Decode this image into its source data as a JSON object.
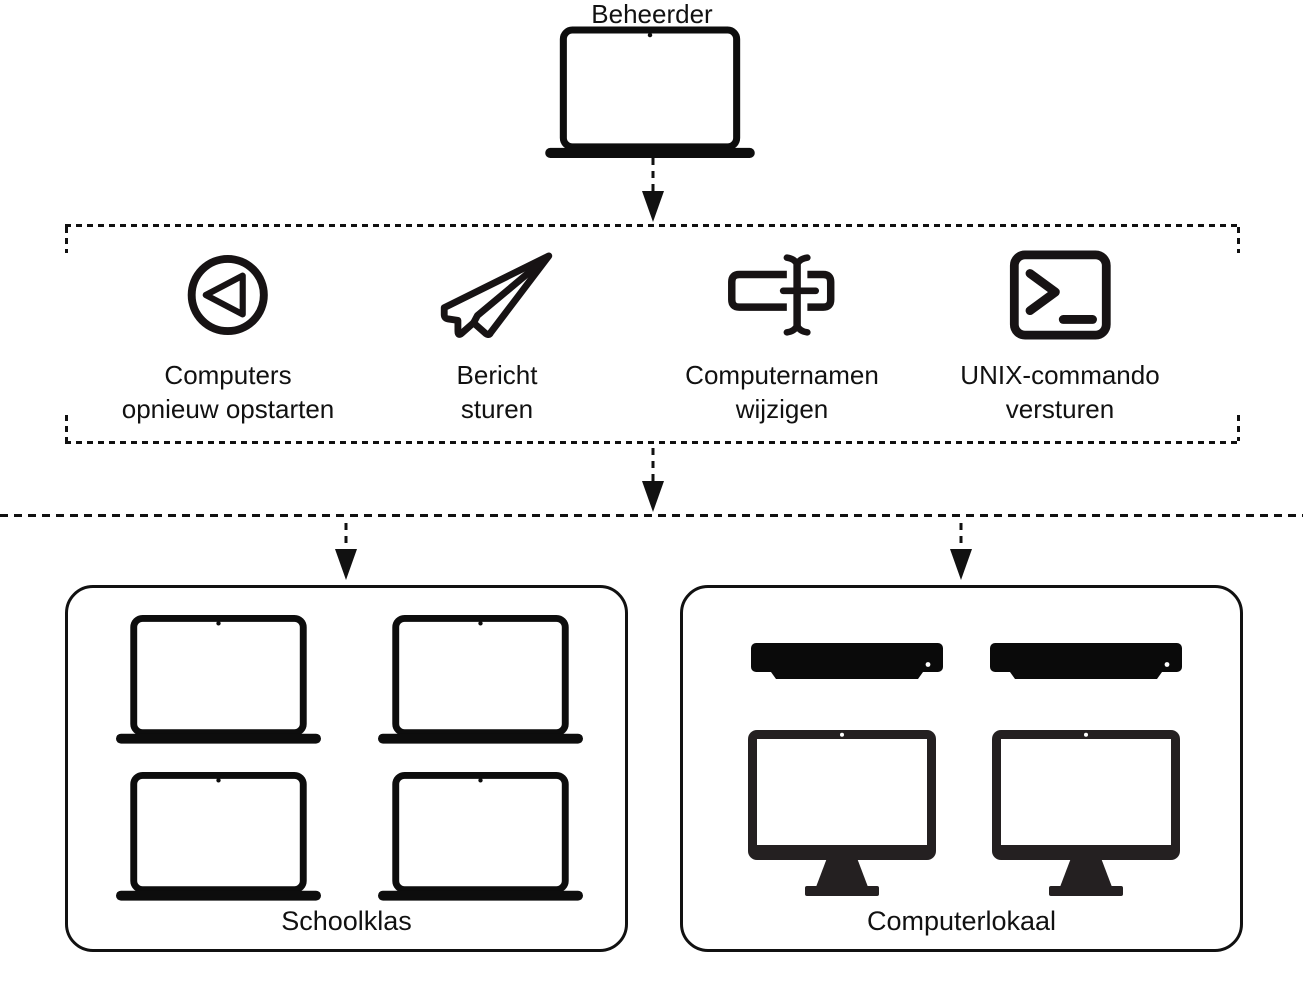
{
  "admin": {
    "label": "Beheerder"
  },
  "commands": [
    {
      "line1": "Computers",
      "line2": "opnieuw opstarten",
      "icon": "restart-icon"
    },
    {
      "line1": "Bericht",
      "line2": "sturen",
      "icon": "paperplane-icon"
    },
    {
      "line1": "Computernamen",
      "line2": "wijzigen",
      "icon": "rename-icon"
    },
    {
      "line1": "UNIX-commando",
      "line2": "versturen",
      "icon": "terminal-icon"
    }
  ],
  "groups": [
    {
      "label": "Schoolklas",
      "laptop_count": 4
    },
    {
      "label": "Computerlokaal",
      "macmini_count": 2,
      "desktop_count": 2
    }
  ],
  "colors": {
    "ink": "#111111",
    "background": "#ffffff"
  }
}
